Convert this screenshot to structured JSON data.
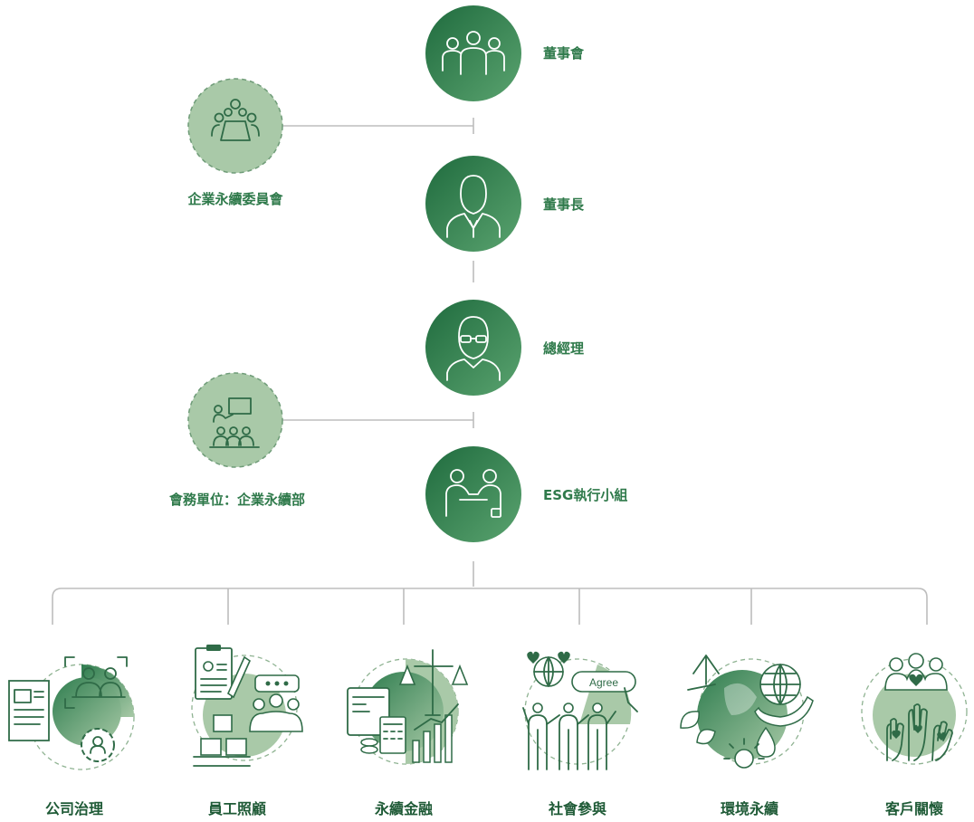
{
  "colors": {
    "dark_green": "#2e7d4f",
    "light_green": "#a9c9a8",
    "line": "#bdbdbd",
    "text": "#2f7a4b"
  },
  "main_nodes": [
    {
      "label": "董事會",
      "icon": "board-group-icon"
    },
    {
      "label": "董事長",
      "icon": "chairman-icon"
    },
    {
      "label": "總經理",
      "icon": "general-manager-icon"
    },
    {
      "label": "ESG執行小組",
      "icon": "handshake-icon"
    }
  ],
  "side_nodes": [
    {
      "label": "企業永續委員會",
      "icon": "meeting-table-icon"
    },
    {
      "label": "會務單位：企業永續部",
      "icon": "presentation-audience-icon"
    }
  ],
  "bottom_nodes": [
    {
      "label": "公司治理",
      "icon": "governance-icon"
    },
    {
      "label": "員工照顧",
      "icon": "employee-care-icon"
    },
    {
      "label": "永續金融",
      "icon": "sustainable-finance-icon"
    },
    {
      "label": "社會參與",
      "icon": "social-participation-icon",
      "badge": "Agree"
    },
    {
      "label": "環境永續",
      "icon": "environment-icon"
    },
    {
      "label": "客戶關懷",
      "icon": "customer-care-icon"
    }
  ]
}
